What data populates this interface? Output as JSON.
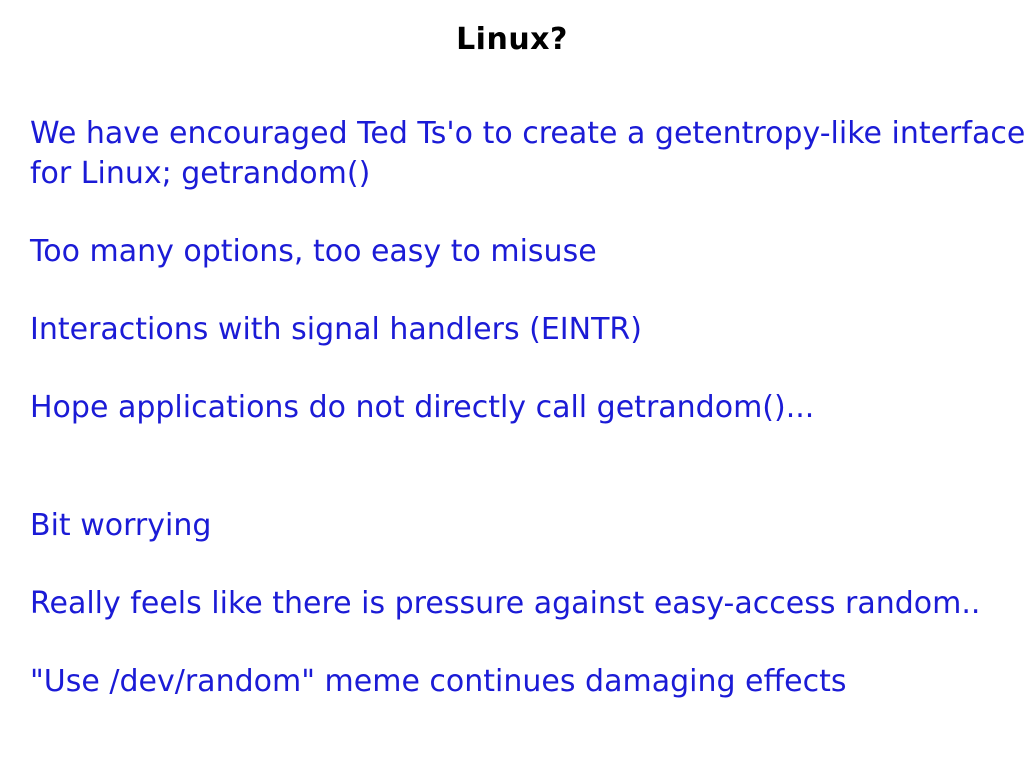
{
  "slide": {
    "title": "Linux?",
    "colors": {
      "background": "#ffffff",
      "title_text": "#000000",
      "body_text": "#1b1bd6"
    },
    "paragraphs": [
      {
        "lines": [
          "We have encouraged Ted Ts'o to create a getentropy-like interface",
          "for Linux; getrandom()"
        ]
      },
      {
        "lines": [
          "Too many options, too easy to misuse"
        ]
      },
      {
        "lines": [
          "Interactions with signal handlers (EINTR)"
        ]
      },
      {
        "lines": [
          "Hope applications do not directly call getrandom()..."
        ]
      },
      {
        "lines": [
          "Bit worrying"
        ]
      },
      {
        "lines": [
          "Really feels like there is pressure against easy-access random.."
        ]
      },
      {
        "lines": [
          "\"Use /dev/random\" meme continues damaging effects"
        ]
      }
    ]
  }
}
